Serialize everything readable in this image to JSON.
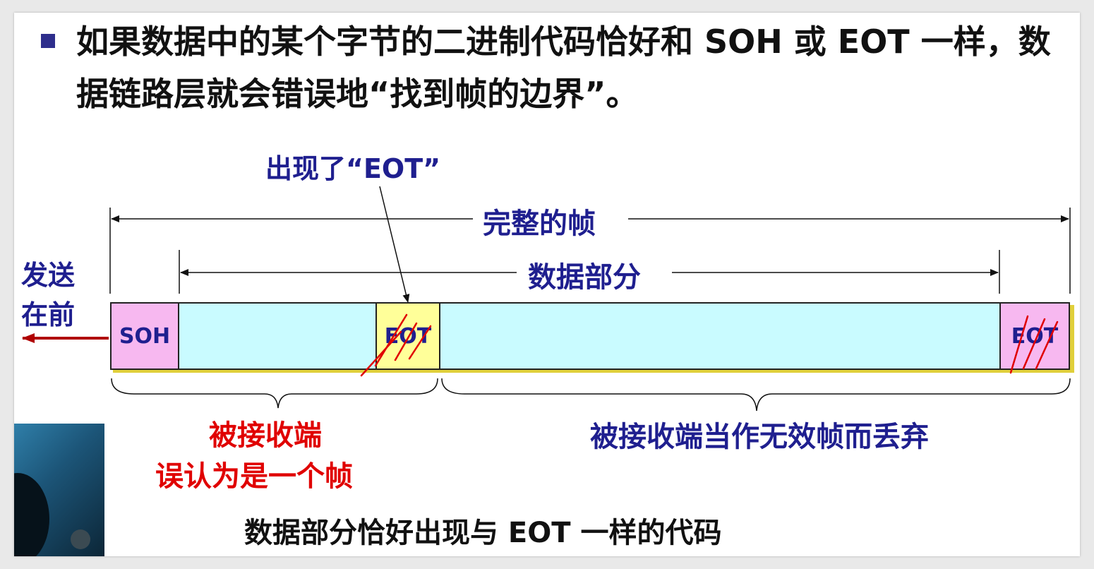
{
  "bullet": {
    "text": "如果数据中的某个字节的二进制代码恰好和 SOH 或 EOT 一样，数据链路层就会错误地“找到帧的边界”。"
  },
  "diagram": {
    "appears_label": "出现了“EOT”",
    "full_frame_label": "完整的帧",
    "data_part_label": "数据部分",
    "send_first_line1": "发送",
    "send_first_line2": "在前",
    "soh_label": "SOH",
    "eot_middle_label": "EOT",
    "eot_end_label": "EOT",
    "receiver_line1": "被接收端",
    "receiver_line2": "误认为是一个帧",
    "discard_label": "被接收端当作无效帧而丢弃",
    "caption": "数据部分恰好出现与 EOT 一样的代码"
  },
  "colors": {
    "navy_text": "#1f1f8f",
    "red_text": "#e00000",
    "soh_box": "#f7b8f0",
    "data_box": "#c9fbff",
    "eot_box": "#ffff99",
    "box_shadow": "#e0cf3a"
  }
}
